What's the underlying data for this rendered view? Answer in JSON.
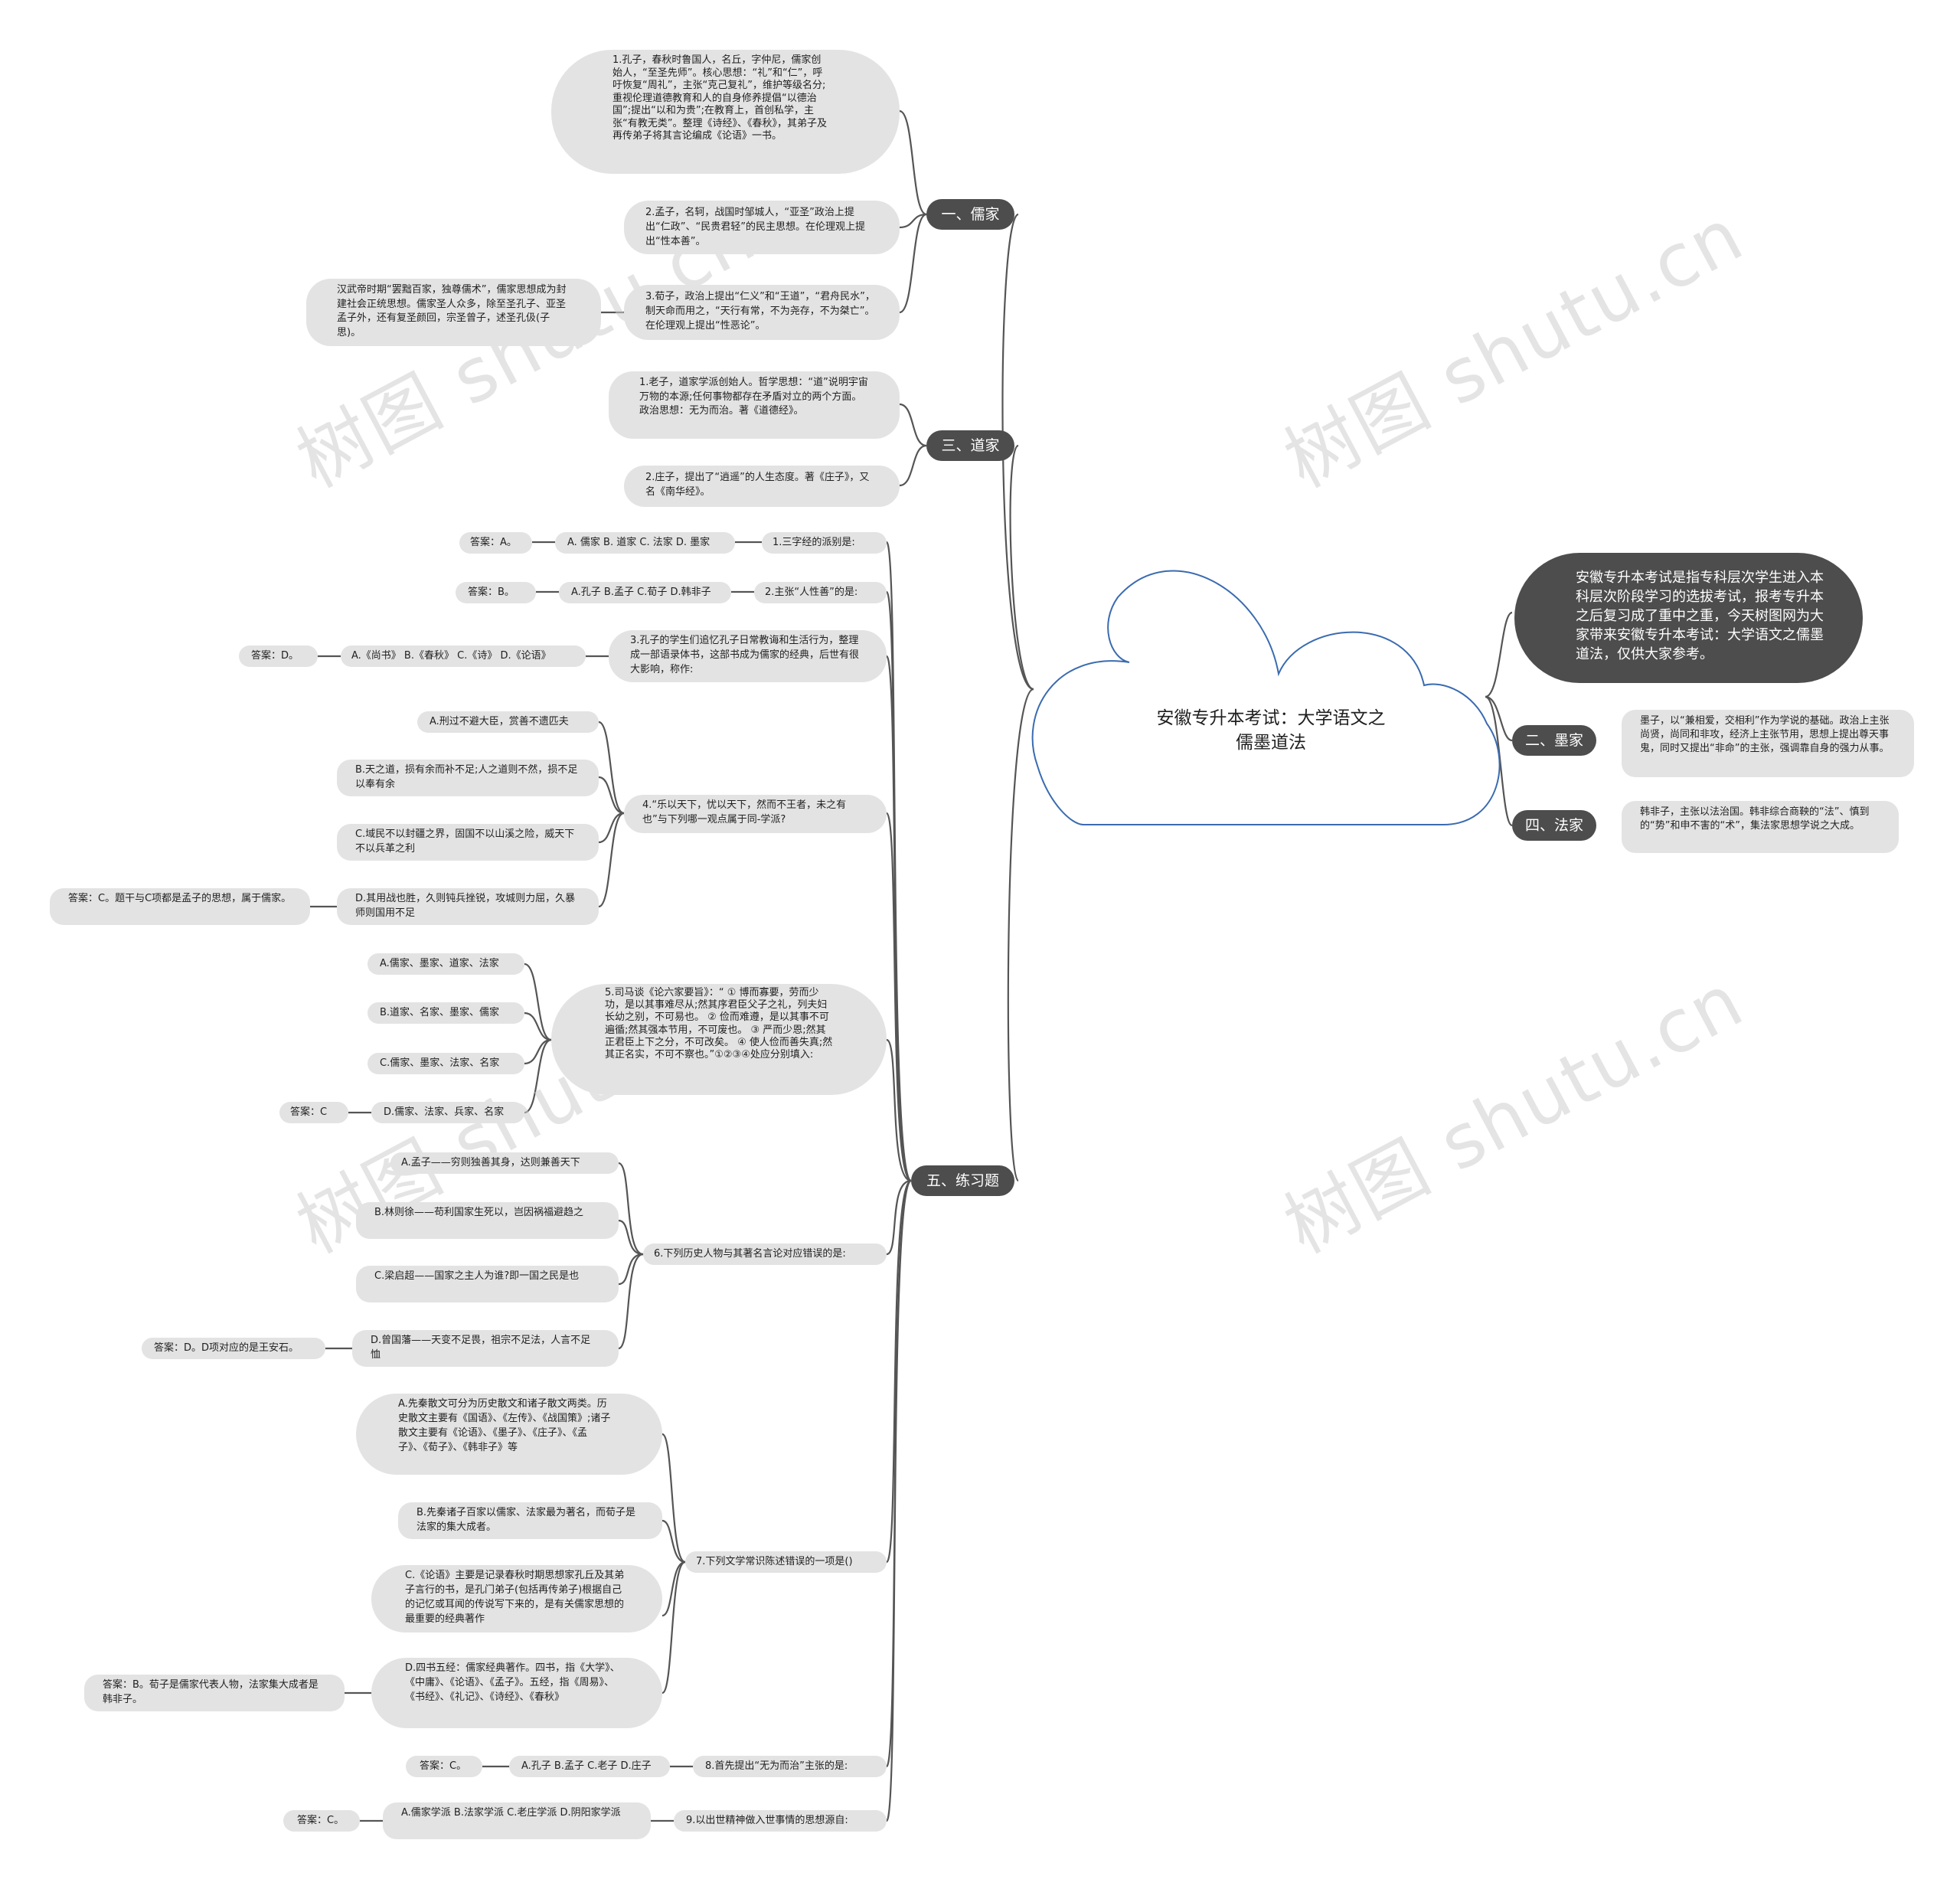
{
  "root": {
    "title": "安徽专升本考试：大学语文之儒墨道法"
  },
  "intro": "安徽专升本考试是指专科层次学生进入本科层次阶段学习的选拔考试，报考专升本之后复习成了重中之重，今天树图网为大家带来安徽专升本考试：大学语文之儒墨道法，仅供大家参考。",
  "branches": {
    "ru": {
      "label": "一、儒家",
      "n1": "1.孔子，春秋时鲁国人，名丘，字仲尼，儒家创始人，“至圣先师”。核心思想：“礼”和“仁”，呼吁恢复“周礼”，主张“克己复礼”，维护等级名分;重视伦理道德教育和人的自身修养提倡“以德治国”;提出“以和为贵”;在教育上，首创私学，主张“有教无类”。整理《诗经》、《春秋》，其弟子及再传弟子将其言论编成《论语》一书。",
      "n2": "2.孟子，名轲，战国时邹城人，“亚圣”政治上提出“仁政”、“民贵君轻”的民主思想。在伦理观上提出“性本善”。",
      "n3": "3.荀子，政治上提出“仁义”和“王道”，“君舟民水”，制天命而用之，“天行有常，不为尧存，不为桀亡”。在伦理观上提出“性恶论”。",
      "n3_note": "汉武帝时期“罢黜百家，独尊儒术”，儒家思想成为封建社会正统思想。儒家圣人众多，除至圣孔子、亚圣孟子外，还有复圣颜回，宗圣曾子，述圣孔伋(子思)。"
    },
    "dao": {
      "label": "三、道家",
      "n1": "1.老子，道家学派创始人。哲学思想：“道”说明宇宙万物的本源;任何事物都存在矛盾对立的两个方面。政治思想：无为而治。著《道德经》。",
      "n2": "2.庄子，提出了“逍遥”的人生态度。著《庄子》，又名《南华经》。"
    },
    "mo": {
      "label": "二、墨家",
      "n1": "墨子，以“兼相爱，交相利”作为学说的基础。政治上主张尚贤，尚同和非攻，经济上主张节用，思想上提出尊天事鬼，同时又提出“非命”的主张，强调靠自身的强力从事。"
    },
    "fa": {
      "label": "四、法家",
      "n1": "韩非子，主张以法治国。韩非综合商鞅的“法”、慎到的“势”和申不害的“术”，集法家思想学说之大成。"
    },
    "ex": {
      "label": "五、练习题",
      "q1": {
        "q": "1.三字经的派别是:",
        "opts": "A. 儒家 B. 道家 C. 法家 D. 墨家",
        "ans": "答案：A。"
      },
      "q2": {
        "q": "2.主张“人性善”的是:",
        "opts": "A.孔子 B.孟子 C.荀子 D.韩非子",
        "ans": "答案：B。"
      },
      "q3": {
        "q": "3.孔子的学生们追忆孔子日常教诲和生活行为，整理成一部语录体书，这部书成为儒家的经典，后世有很大影响，称作:",
        "opts": "A.《尚书》 B.《春秋》 C.《诗》 D.《论语》",
        "ans": "答案：D。"
      },
      "q4": {
        "q": "4.“乐以天下，忧以天下，然而不王者，未之有也”与下列哪一观点属于同-学派?",
        "a": "A.刑过不避大臣，赏善不遗匹夫",
        "b": "B.天之道，损有余而补不足;人之道则不然，损不足以奉有余",
        "c": "C.域民不以封疆之界，固国不以山溪之险，威天下不以兵革之利",
        "d": "D.其用战也胜，久则钝兵挫锐，攻城则力屈，久暴师则国用不足",
        "ans": "答案：C。题干与C项都是孟子的思想，属于儒家。"
      },
      "q5": {
        "q": "5.司马谈《论六家要旨》：“ ① 博而寡要，劳而少功，是以其事难尽从;然其序君臣父子之礼，列夫妇长幼之别，不可易也。 ② 俭而难遵，是以其事不可遍循;然其强本节用，不可废也。 ③ 严而少恩;然其正君臣上下之分，不可改矣。 ④ 使人俭而善失真;然其正名实，不可不察也。”①②③④处应分别填入:",
        "a": "A.儒家、墨家、道家、法家",
        "b": "B.道家、名家、墨家、儒家",
        "c": "C.儒家、墨家、法家、名家",
        "d": "D.儒家、法家、兵家、名家",
        "ans": "答案：C"
      },
      "q6": {
        "q": "6.下列历史人物与其著名言论对应错误的是:",
        "a": "A.孟子——穷则独善其身，达则兼善天下",
        "b": "B.林则徐——苟利国家生死以，岂因祸福避趋之",
        "c": "C.梁启超——国家之主人为谁?即一国之民是也",
        "d": "D.曾国藩——天变不足畏，祖宗不足法，人言不足恤",
        "ans": "答案：D。D项对应的是王安石。"
      },
      "q7": {
        "q": "7.下列文学常识陈述错误的一项是()",
        "a": "A.先秦散文可分为历史散文和诸子散文两类。历史散文主要有《国语》、《左传》、《战国策》;诸子散文主要有《论语》、《墨子》、《庄子》、《孟子》、《荀子》、《韩非子》等",
        "b": "B.先秦诸子百家以儒家、法家最为著名，而荀子是法家的集大成者。",
        "c": "C.《论语》主要是记录春秋时期思想家孔丘及其弟子言行的书，是孔门弟子(包括再传弟子)根据自己的记忆或耳闻的传说写下来的，是有关儒家思想的最重要的经典著作",
        "d": "D.四书五经：儒家经典著作。四书，指《大学》、《中庸》、《论语》、《孟子》。五经，指《周易》、《书经》、《礼记》、《诗经》、《春秋》",
        "ans": "答案：B。荀子是儒家代表人物，法家集大成者是韩非子。"
      },
      "q8": {
        "q": "8.首先提出“无为而治”主张的是:",
        "opts": "A.孔子 B.孟子 C.老子 D.庄子",
        "ans": "答案：C。"
      },
      "q9": {
        "q": "9.以出世精神做入世事情的思想源自:",
        "opts": "A.儒家学派 B.法家学派 C.老庄学派 D.阴阳家学派",
        "ans": "答案：C。"
      }
    }
  },
  "watermark": "树图 shutu.cn",
  "colors": {
    "branch": "#4d4d4d",
    "node": "#e3e3e3",
    "line": "#555555",
    "cloud": "#3a6bb0"
  }
}
